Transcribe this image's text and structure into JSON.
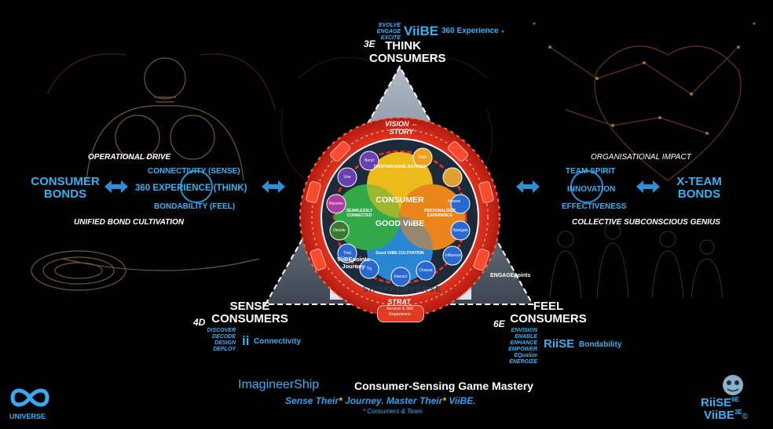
{
  "top": {
    "e_words": [
      "EVOLVE",
      "ENGAGE",
      "EXCITE"
    ],
    "brand": "ViiBE",
    "brand_suffix": "360 Experience",
    "tag": "3E",
    "title_line1": "THINK",
    "title_line2": "CONSUMERS"
  },
  "left": {
    "bonds_line1": "CONSUMER",
    "bonds_line2": "BONDS",
    "heading": "OPERATIONAL DRIVE",
    "items": [
      "CONNECTIVITY (SENSE)",
      "360 EXPERIENCE (THINK)",
      "BONDABILITY (FEEL)"
    ],
    "footer": "UNIFIED BOND CULTIVATION"
  },
  "right": {
    "bonds_line1": "X-TEAM",
    "bonds_line2": "BONDS",
    "heading": "ORGANISATIONAL IMPACT",
    "items": [
      "TEAM SPIRIT",
      "INNOVATION",
      "EFFECTIVENESS"
    ],
    "footer": "COLLECTIVE SUBCONSCIOUS GENIUS"
  },
  "sense": {
    "title_line1": "SENSE",
    "title_line2": "CONSUMERS",
    "tag": "4D",
    "d_words": [
      "DISCOVER",
      "DECODE",
      "DESIGN",
      "DEPLOY"
    ],
    "brand": "ii",
    "brand_suffix": "Connectivity"
  },
  "feel": {
    "title_line1": "FEEL",
    "title_line2": "CONSUMERS",
    "tag": "6E",
    "e_words": [
      "ENVISION",
      "ENABLE",
      "ENHANCE",
      "EMPOWER",
      "EQualize",
      "ENERGIZE"
    ],
    "brand": "RiiSE",
    "brand_suffix": "Bondability"
  },
  "wheel": {
    "vision_line1": "VISION ⇔",
    "vision_line2": "STORY",
    "strat": "STRAT",
    "service_line1": "Service & 360",
    "service_line2": "Experience",
    "consumer": "CONSUMER",
    "good_viibe": "GOOD ViiBE",
    "shoppervers": "SHOPPERVERSE",
    "viibepoints_line1": "ViiBEpoints",
    "viibepoints_line2": "Journey",
    "engagepoints": "ENGAGEpoints",
    "petals": [
      "SHOPPERVERSE JOURNEY",
      "PERSONALISED EXPERIENCE",
      "Good ViiBE CULTIVATION",
      "SEAMLESSLY CONNECTED"
    ],
    "circles": [
      "Bond",
      "Plan",
      "Use",
      "Browse",
      "Receive",
      "Decide",
      "Navigate",
      "Trial",
      "Influence",
      "Try",
      "Interact",
      "Choose"
    ]
  },
  "bottom": {
    "brand": "ImagineerShip",
    "title": "Consumer-Sensing Game Mastery",
    "tagline_a": "Sense Their",
    "tagline_star1": "*",
    "tagline_b": " Journey. Master Their",
    "tagline_star2": "*",
    "tagline_c": " ViiBE.",
    "footnote": "* Consumers & Team"
  },
  "logos": {
    "left_label": "UNIVERSE",
    "right_line1": "RiiSE",
    "right_sup1": "6E",
    "right_line2": "ViiBE",
    "right_sup2": "3E",
    "right_mark": "©"
  }
}
